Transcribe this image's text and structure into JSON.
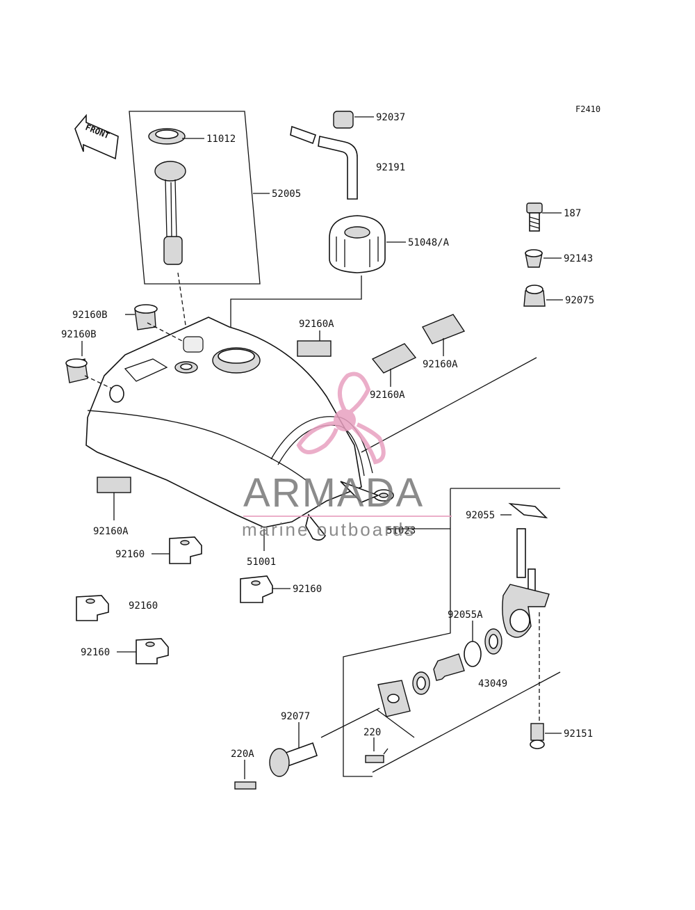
{
  "figure_id": "F2410",
  "front_arrow_text": "FRONT",
  "watermark": {
    "brand": "ARMADA",
    "tagline": "marine outboards",
    "logo_color": "#e8a0c0",
    "text_color": "#777777"
  },
  "labels": {
    "p11012": "11012",
    "p52005": "52005",
    "p92037": "92037",
    "p92191": "92191",
    "p51048": "51048/A",
    "p187": "187",
    "p92143": "92143",
    "p92075": "92075",
    "p92160b_1": "92160B",
    "p92160b_2": "92160B",
    "p92160a_1": "92160A",
    "p92160a_2": "92160A",
    "p92160a_3": "92160A",
    "p92160a_4": "92160A",
    "p51023": "51023",
    "p92055": "92055",
    "p51001": "51001",
    "p92160_1": "92160",
    "p92160_2": "92160",
    "p92160_3": "92160",
    "p92160_4": "92160",
    "p92055a": "92055A",
    "p43049": "43049",
    "p92077": "92077",
    "p220": "220",
    "p220a": "220A",
    "p92151": "92151"
  }
}
